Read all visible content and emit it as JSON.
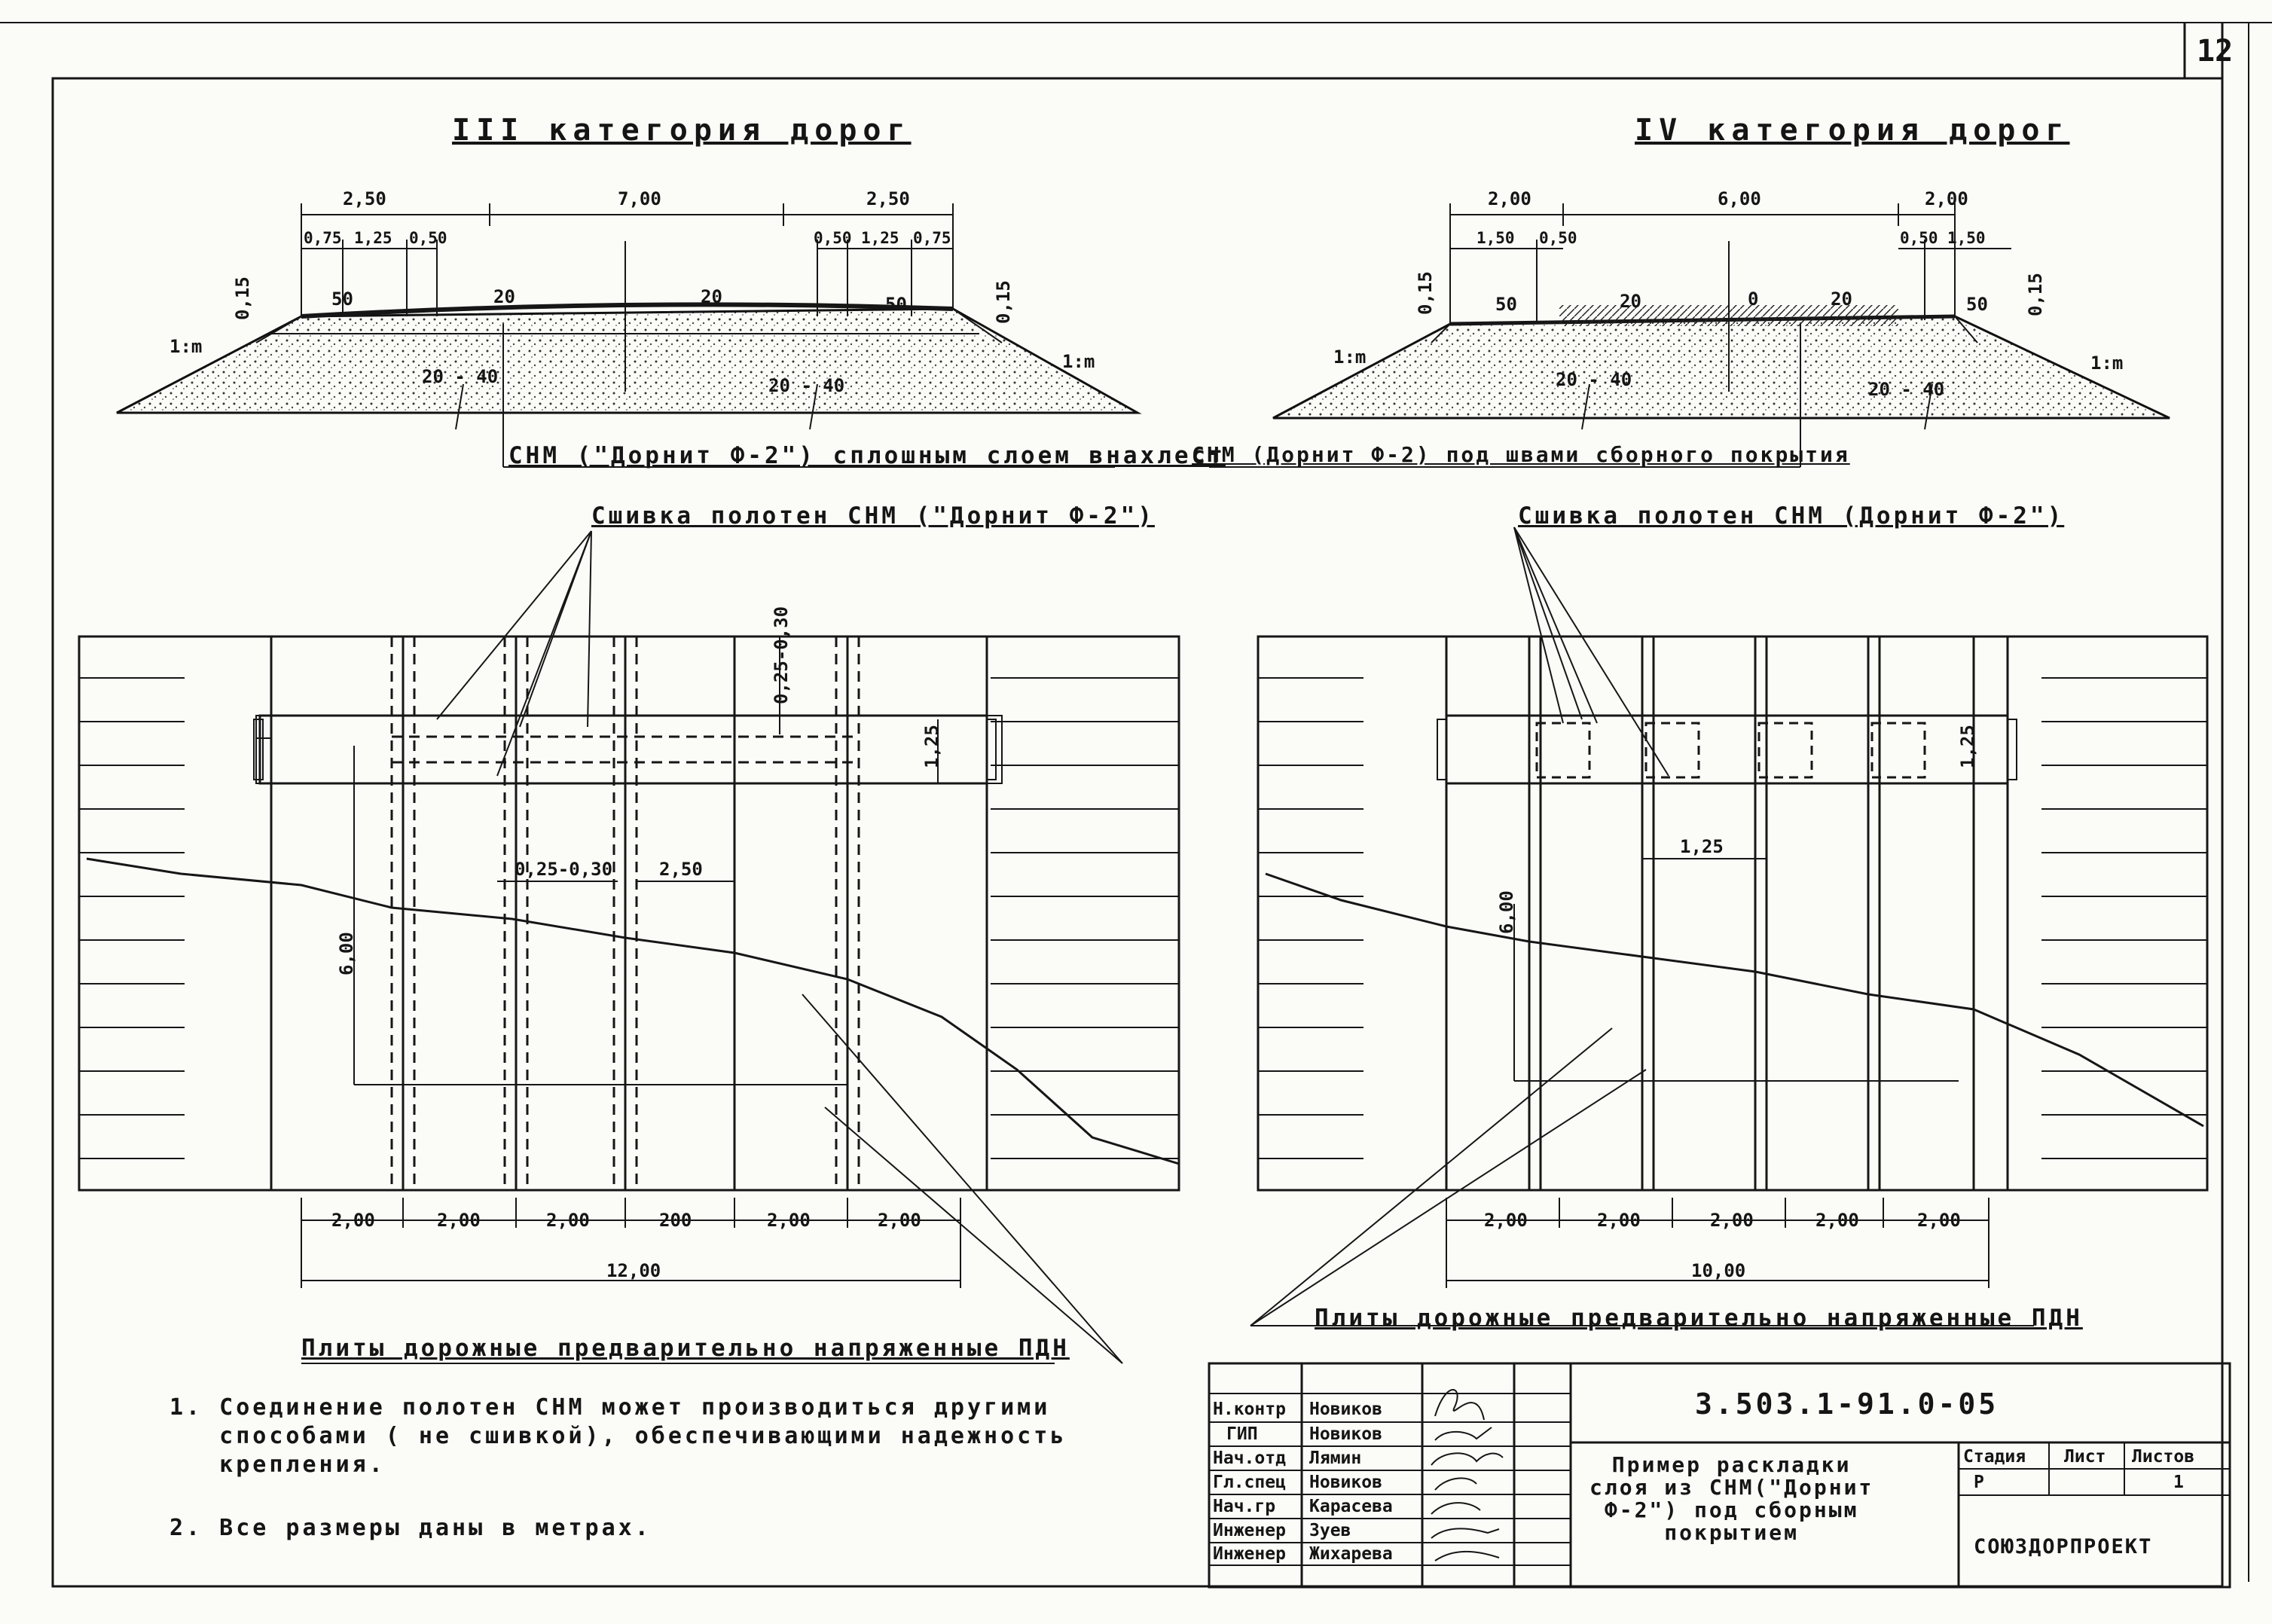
{
  "sheet_number": "12",
  "left": {
    "title": "III категория дорог",
    "cross_section": {
      "dims_top": {
        "left": "2,50",
        "middle": "7,00",
        "right": "2,50"
      },
      "dims_sub_left": [
        "0,75",
        "1,25",
        "0,50"
      ],
      "dims_sub_right": [
        "0,50",
        "1,25",
        "0,75"
      ],
      "thickness_left": "0,15",
      "thickness_right": "0,15",
      "slope_left": "1:m",
      "slope_right": "1:m",
      "grades": [
        "50",
        "20",
        "20",
        "50"
      ],
      "base_left": "20 - 40",
      "base_right": "20 - 40"
    },
    "caption_layer": "СНМ (\"Дорнит Ф-2\") сплошным слоем внахлест",
    "caption_stitch": "Сшивка полотен СНМ (\"Дорнит Ф-2\")",
    "plan": {
      "dim_overlap_v": "0,25-0,30",
      "dim_width_v": "1,25",
      "dim_length_v": "6,00",
      "dim_overlap_h": "0,25-0,30",
      "dim_slab": "2,50",
      "bottom_dims": [
        "2,00",
        "2,00",
        "2,00",
        "200",
        "2,00",
        "2,00"
      ],
      "total": "12,00"
    },
    "caption_slabs": "Плиты дорожные предварительно напряженные ПДН"
  },
  "right": {
    "title": "IV категория дорог",
    "cross_section": {
      "dims_top": {
        "left": "2,00",
        "middle": "6,00",
        "right": "2,00"
      },
      "dims_sub_left": [
        "1,50",
        "0,50"
      ],
      "dims_sub_right": [
        "0,50",
        "1,50"
      ],
      "thickness_left": "0,15",
      "thickness_right": "0,15",
      "slope_left": "1:m",
      "slope_right": "1:m",
      "grades": [
        "50",
        "20",
        "0",
        "20",
        "50"
      ],
      "base_left": "20 - 40",
      "base_right": "20 - 40"
    },
    "caption_layer": "СНМ (Дорнит Ф-2) под швами сборного покрытия",
    "caption_stitch": "Сшивка полотен СНМ (Дорнит Ф-2\")",
    "plan": {
      "dim_width_v": "1,25",
      "dim_length_v": "6,00",
      "dim_patch": "1,25",
      "bottom_dims": [
        "2,00",
        "2,00",
        "2,00",
        "2,00",
        "2,00"
      ],
      "total": "10,00"
    },
    "caption_slabs": "Плиты дорожные предварительно напряженные ПДН"
  },
  "notes": [
    "1. Соединение полотен СНМ может производиться другими\n   способами ( не сшивкой), обеспечивающими надежность\n   крепления.",
    "2. Все размеры даны в метрах."
  ],
  "title_block": {
    "code": "3.503.1-91.0-05",
    "description": "Пример раскладки\nслоя из СНМ(\"Дорнит\nФ-2\") под сборным\nпокрытием",
    "stage_label": "Стадия",
    "sheet_label": "Лист",
    "sheets_label": "Листов",
    "stage": "Р",
    "sheets": "1",
    "organization": "СОЮЗДОРПРОЕКТ",
    "people": [
      {
        "role": "Н.контр",
        "name": "Новиков"
      },
      {
        "role": "ГИП",
        "name": "Новиков"
      },
      {
        "role": "Нач.отд",
        "name": "Лямин"
      },
      {
        "role": "Гл.спец",
        "name": "Новиков"
      },
      {
        "role": "Нач.гр",
        "name": "Карасева"
      },
      {
        "role": "Инженер",
        "name": "Зуев"
      },
      {
        "role": "Инженер",
        "name": "Жихарева"
      }
    ]
  }
}
